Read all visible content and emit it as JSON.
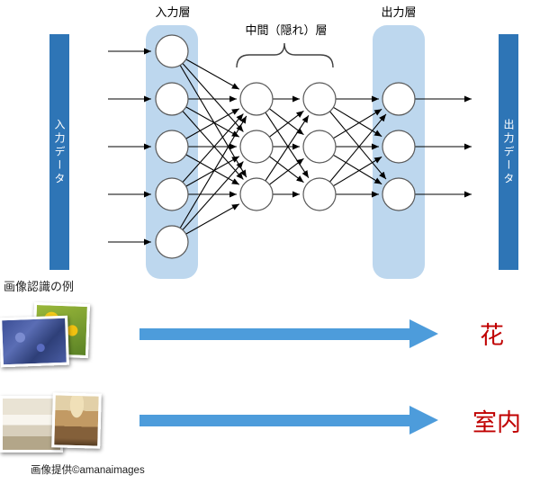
{
  "diagram": {
    "input_layer_label": "入力層",
    "hidden_layer_label": "中間（隠れ）層",
    "output_layer_label": "出力層",
    "input_data_label": "入力データ",
    "output_data_label": "出力データ",
    "network": {
      "layers": [
        {
          "name": "input",
          "nodes": 5
        },
        {
          "name": "hidden-1",
          "nodes": 3
        },
        {
          "name": "hidden-2",
          "nodes": 3
        },
        {
          "name": "output",
          "nodes": 3
        }
      ]
    }
  },
  "example": {
    "caption": "画像認識の例",
    "rows": [
      {
        "images": [
          "blue-flowers-photo",
          "yellow-flowers-photo"
        ],
        "result": "花"
      },
      {
        "images": [
          "bright-room-photo",
          "warm-room-photo"
        ],
        "result": "室内"
      }
    ],
    "credit": "画像提供©amanaimages"
  },
  "colors": {
    "panel_blue": "#BDD7EE",
    "bar_blue": "#2E75B6",
    "arrow_blue": "#4D9CDB",
    "result_red": "#C00000"
  }
}
